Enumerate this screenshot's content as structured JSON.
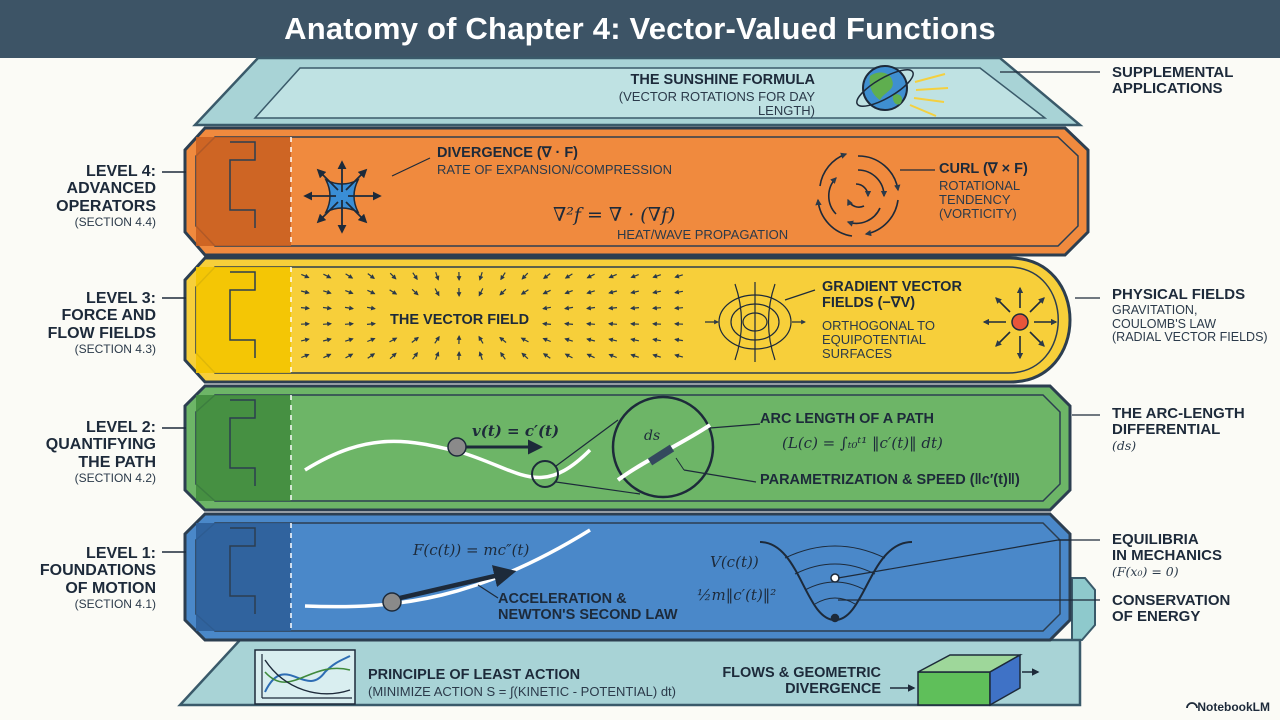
{
  "title": "Anatomy of Chapter 4: Vector-Valued Functions",
  "top": {
    "title": "THE SUNSHINE FORMULA",
    "subtitle": "(VECTOR ROTATIONS FOR DAY LENGTH)",
    "side_title": "SUPPLEMENTAL\nAPPLICATIONS"
  },
  "levels": [
    {
      "label": "LEVEL 4:\nADVANCED\nOPERATORS",
      "section": "(SECTION 4.4)",
      "color": "#f08a3e",
      "divergence_title": "DIVERGENCE (∇ · F)",
      "divergence_desc": "RATE OF EXPANSION/COMPRESSION",
      "laplacian": "∇²f = ∇ · (∇f)",
      "laplacian_desc": "HEAT/WAVE PROPAGATION",
      "curl_title": "CURL (∇ × F)",
      "curl_desc": "ROTATIONAL\nTENDENCY\n(VORTICITY)"
    },
    {
      "label": "LEVEL 3:\nFORCE AND\nFLOW FIELDS",
      "section": "(SECTION 4.3)",
      "color": "#f7cf3a",
      "vector_field": "THE VECTOR FIELD",
      "gradient_title": "GRADIENT VECTOR\nFIELDS (−∇V)",
      "gradient_desc": "ORTHOGONAL TO\nEQUIPOTENTIAL\nSURFACES",
      "side_title": "PHYSICAL FIELDS",
      "side_desc": "GRAVITATION,\nCOULOMB'S LAW\n(RADIAL VECTOR FIELDS)"
    },
    {
      "label": "LEVEL 2:\nQUANTIFYING\nTHE PATH",
      "section": "(SECTION 4.2)",
      "color": "#6db567",
      "velocity": "v(t) = c′(t)",
      "ds": "ds",
      "arc_title": "ARC LENGTH OF A PATH",
      "arc_formula": "(L(c) = ∫ₜ₀ᵗ¹ ‖c′(t)‖ dt)",
      "param": "PARAMETRIZATION & SPEED (‖c′(t)‖)",
      "side_title": "THE ARC-LENGTH\nDIFFERENTIAL",
      "side_desc": "(ds)"
    },
    {
      "label": "LEVEL 1:\nFOUNDATIONS\nOF MOTION",
      "section": "(SECTION 4.1)",
      "color": "#4a88c9",
      "newton": "F(c(t)) = mc″(t)",
      "accel": "ACCELERATION &\nNEWTON'S SECOND LAW",
      "potential": "V(c(t))",
      "kinetic": "½m‖c′(t)‖²",
      "side_title_1": "EQUILIBRIA\nIN MECHANICS",
      "side_desc_1": "(F(x₀) = 0)",
      "side_title_2": "CONSERVATION\nOF ENERGY"
    }
  ],
  "bottom": {
    "action_title": "PRINCIPLE OF LEAST ACTION",
    "action_desc": "(MINIMIZE ACTION S = ∫(KINETIC - POTENTIAL) dt)",
    "flows_title": "FLOWS & GEOMETRIC\nDIVERGENCE"
  },
  "brand": "NotebookLM"
}
